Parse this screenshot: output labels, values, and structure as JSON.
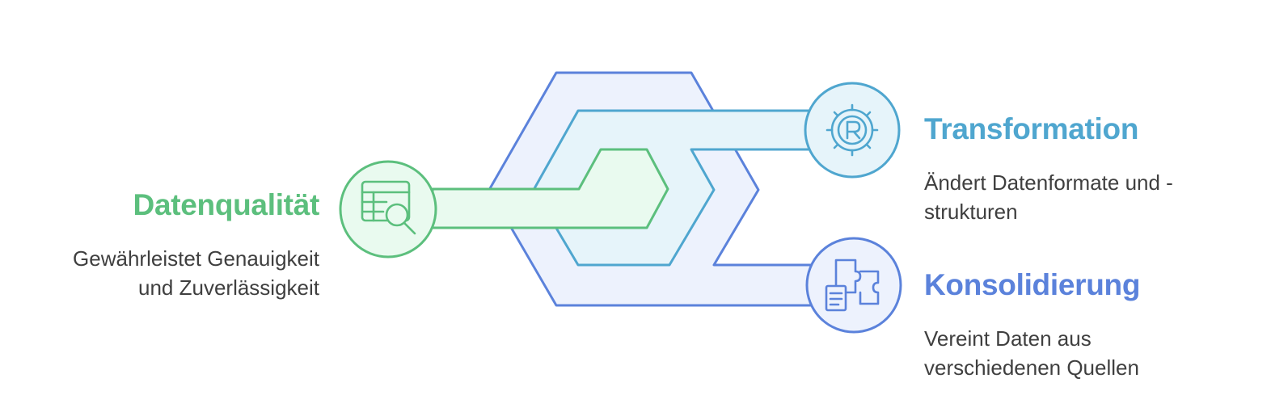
{
  "colors": {
    "green": "#5CBF7D",
    "green_fill": "#E9FAEF",
    "teal": "#4FA6CF",
    "teal_fill": "#E6F4FA",
    "blue": "#5B82DB",
    "blue_fill": "#EDF2FD",
    "text": "#3f3f3f"
  },
  "items": [
    {
      "key": "quality",
      "title": "Datenqualität",
      "desc_lines": [
        "Gewährleistet Genauigkeit",
        "und Zuverlässigkeit"
      ],
      "icon": "table-search-icon"
    },
    {
      "key": "transform",
      "title": "Transformation",
      "desc_lines": [
        "Ändert Datenformate und -",
        "strukturen"
      ],
      "icon": "gear-r-icon"
    },
    {
      "key": "consolidation",
      "title": "Konsolidierung",
      "desc_lines": [
        "Vereint Daten aus",
        "verschiedenen Quellen"
      ],
      "icon": "puzzle-document-icon"
    }
  ]
}
